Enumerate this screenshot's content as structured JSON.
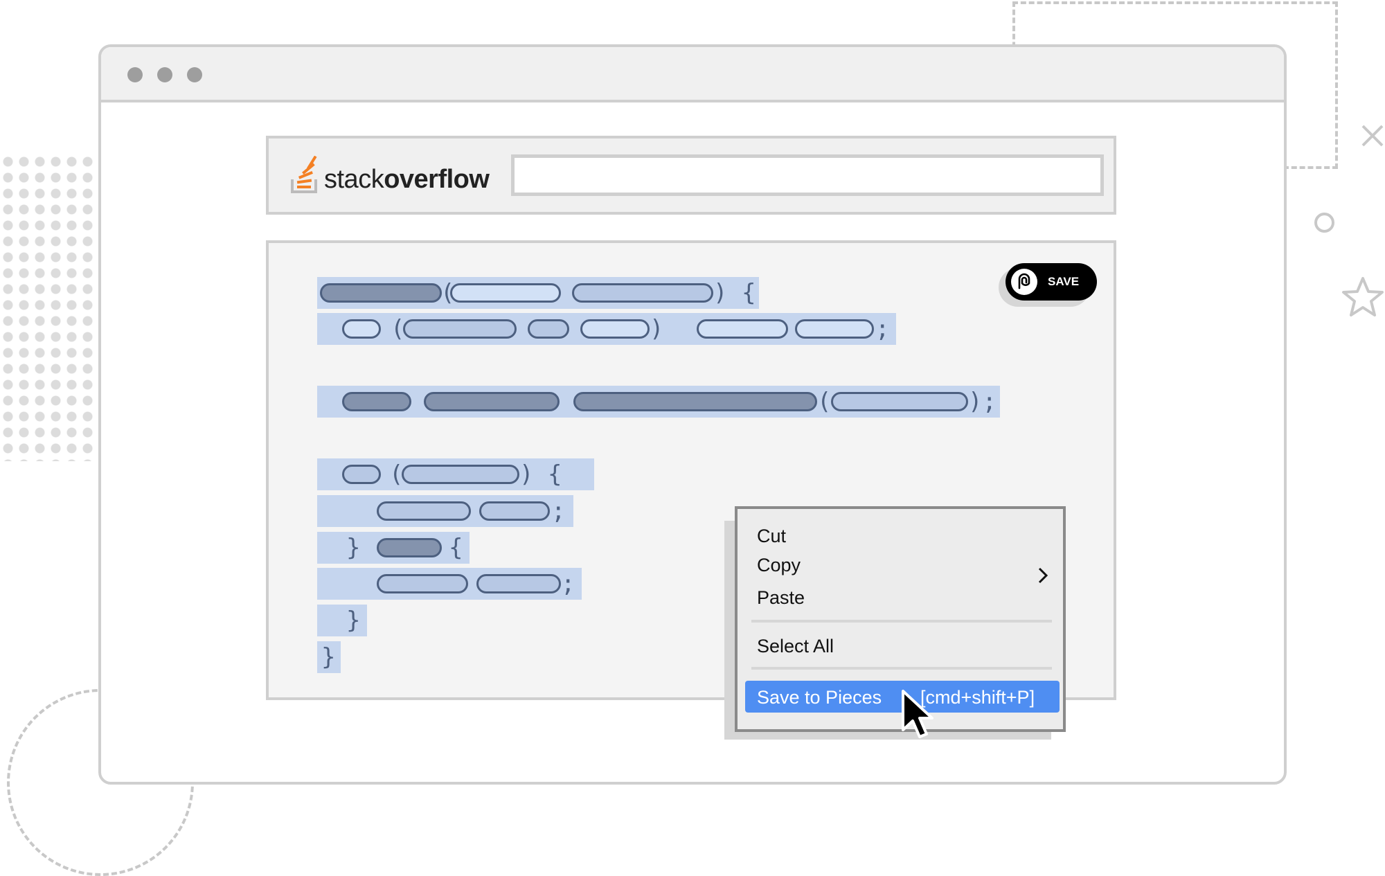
{
  "brand": {
    "name_light": "stack",
    "name_bold": "overflow",
    "logo_color": "#f48024"
  },
  "search": {
    "value": ""
  },
  "save_chip": {
    "label": "SAVE"
  },
  "code": {
    "highlight_color": "#c5d5ee",
    "symbols": {
      "open_paren": "(",
      "close_paren": ")",
      "open_brace": "{",
      "close_brace": "}",
      "semicolon": ";",
      "close_paren_brace": ") {",
      "close_paren_semi": ");",
      "close_brace_open": "}"
    }
  },
  "context_menu": {
    "items": [
      {
        "label": "Cut"
      },
      {
        "label": "Copy",
        "has_submenu": true
      },
      {
        "label": "Paste"
      },
      {
        "label": "Select All"
      }
    ],
    "selected": {
      "label": "Save to Pieces",
      "shortcut": "[cmd+shift+P]",
      "color": "#4f8ef2"
    }
  },
  "icons": {
    "window_controls": [
      "dot-icon",
      "dot-icon",
      "dot-icon"
    ],
    "submenu": "chevron-right-icon",
    "pointer": "mouse-cursor-icon",
    "pieces": "pieces-logo-icon",
    "decorations": [
      "close-icon",
      "circle-icon",
      "star-icon"
    ]
  }
}
